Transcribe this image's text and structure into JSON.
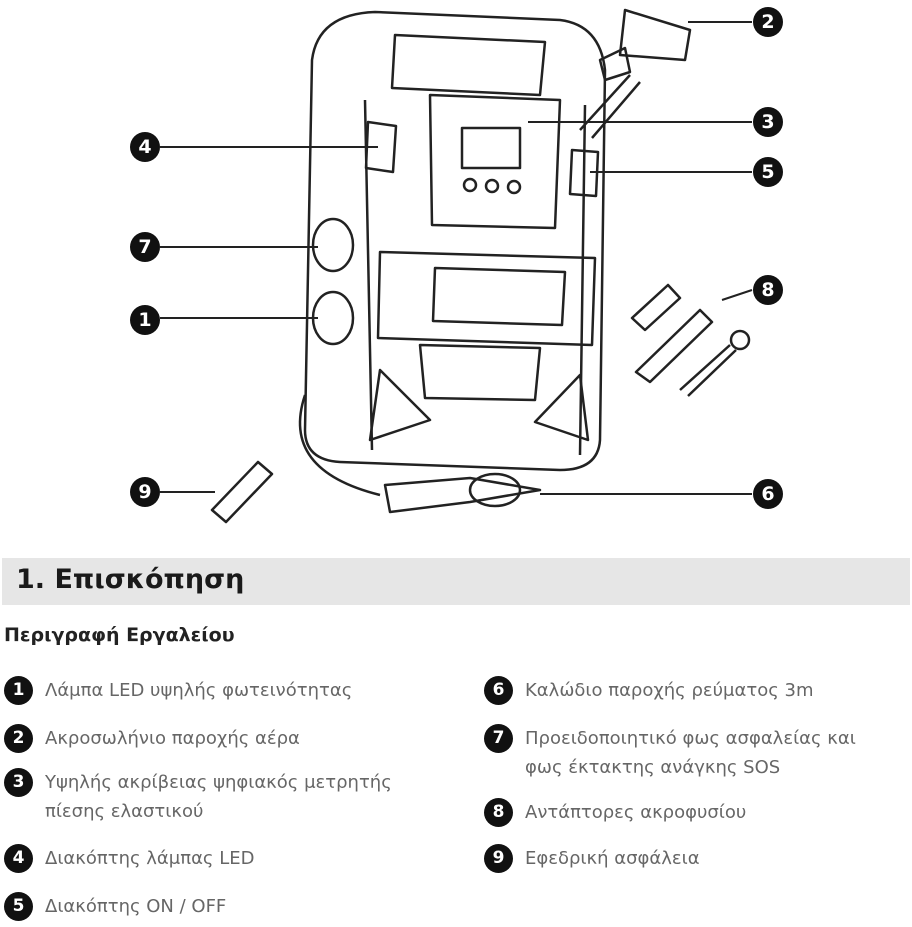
{
  "figure": {
    "callouts": [
      "1",
      "2",
      "3",
      "4",
      "5",
      "6",
      "7",
      "8",
      "9"
    ]
  },
  "section": {
    "title": "1. Επισκόπηση"
  },
  "subheading": "Περιγραφή Εργαλείου",
  "items": [
    {
      "num": "1",
      "text": "Λάμπα LED υψηλής φωτεινότητας"
    },
    {
      "num": "2",
      "text": "Ακροσωλήνιο παροχής αέρα"
    },
    {
      "num": "3",
      "text": "Υψηλής ακρίβειας ψηφιακός μετρητής πίεσης ελαστικού"
    },
    {
      "num": "4",
      "text": "Διακόπτης λάμπας LED"
    },
    {
      "num": "5",
      "text": "Διακόπτης ON / OFF"
    },
    {
      "num": "6",
      "text": "Καλώδιο παροχής ρεύματος 3m"
    },
    {
      "num": "7",
      "text": "Προειδοποιητικό φως ασφαλείας και φως έκτακτης ανάγκης SOS"
    },
    {
      "num": "8",
      "text": "Αντάπτορες ακροφυσίου"
    },
    {
      "num": "9",
      "text": "Εφεδρική ασφάλεια"
    }
  ]
}
